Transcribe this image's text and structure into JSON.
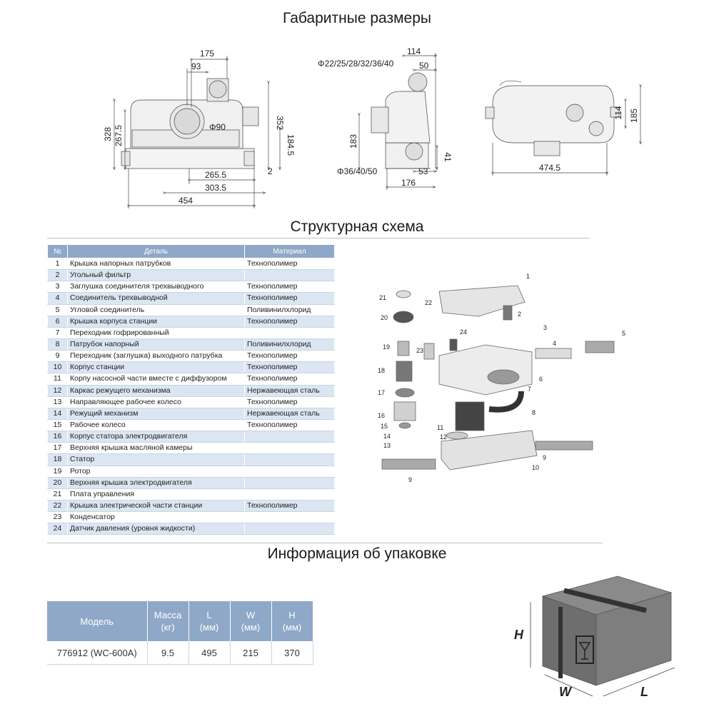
{
  "titles": {
    "dimensions": "Габаритные размеры",
    "structure": "Структурная схема",
    "packaging": "Информация об упаковке"
  },
  "dimensions": {
    "front": [
      "175",
      "93",
      "Φ90",
      "328",
      "267.5",
      "352",
      "184.5",
      "2",
      "265.5",
      "303.5",
      "454"
    ],
    "side": [
      "114",
      "Φ22/25/28/32/36/40",
      "50",
      "183",
      "41",
      "Φ36/40/50",
      "53",
      "176"
    ],
    "top": [
      "114",
      "185",
      "474.5"
    ]
  },
  "parts_table": {
    "headers": [
      "№",
      "Деталь",
      "Материал"
    ],
    "rows": [
      [
        "1",
        "Крышка напорных патрубков",
        "Технополимер"
      ],
      [
        "2",
        "Угольный фильтр",
        ""
      ],
      [
        "3",
        "Заглушка соединителя трехвыводного",
        "Технополимер"
      ],
      [
        "4",
        "Соединитель трехвыводной",
        "Технополимер"
      ],
      [
        "5",
        "Угловой соединитель",
        "Поливинилхлорид"
      ],
      [
        "6",
        "Крышка корпуса станции",
        "Технополимер"
      ],
      [
        "7",
        "Переходник гофрированный",
        ""
      ],
      [
        "8",
        "Патрубок напорный",
        "Поливинилхлорид"
      ],
      [
        "9",
        "Переходник (заглушка) выходного патрубка",
        "Технополимер"
      ],
      [
        "10",
        "Корпус станции",
        "Технополимер"
      ],
      [
        "11",
        "Корпу насосной части вместе с диффузором",
        "Технополимер"
      ],
      [
        "12",
        "Каркас режущего механизма",
        "Нержавеющая сталь"
      ],
      [
        "13",
        "Направляющее рабочее колесо",
        "Технополимер"
      ],
      [
        "14",
        "Режущий механизм",
        "Нержавеющая сталь"
      ],
      [
        "15",
        "Рабочее колесо",
        "Технополимер"
      ],
      [
        "16",
        "Корпус статора электродвигателя",
        ""
      ],
      [
        "17",
        "Верхняя крышка масляной камеры",
        ""
      ],
      [
        "18",
        "Статор",
        ""
      ],
      [
        "19",
        "Ротор",
        ""
      ],
      [
        "20",
        "Верхняя крышка электродвигателя",
        ""
      ],
      [
        "21",
        "Плата управления",
        ""
      ],
      [
        "22",
        "Крышка электрической части станции",
        "Технополимер"
      ],
      [
        "23",
        "Конденсатор",
        ""
      ],
      [
        "24",
        "Датчик давления (уровня жидкости)",
        ""
      ]
    ]
  },
  "exploded_labels": [
    "1",
    "2",
    "3",
    "4",
    "5",
    "6",
    "7",
    "8",
    "9",
    "9",
    "10",
    "11",
    "12",
    "13",
    "14",
    "15",
    "16",
    "17",
    "18",
    "19",
    "20",
    "21",
    "22",
    "23",
    "24"
  ],
  "pack_table": {
    "headers": [
      "Модель",
      "Масса\n(кг)",
      "L\n(мм)",
      "W\n(мм)",
      "H\n(мм)"
    ],
    "row": [
      "776912 (WC-600A)",
      "9.5",
      "495",
      "215",
      "370"
    ]
  },
  "box_labels": {
    "h": "H",
    "w": "W",
    "l": "L"
  }
}
